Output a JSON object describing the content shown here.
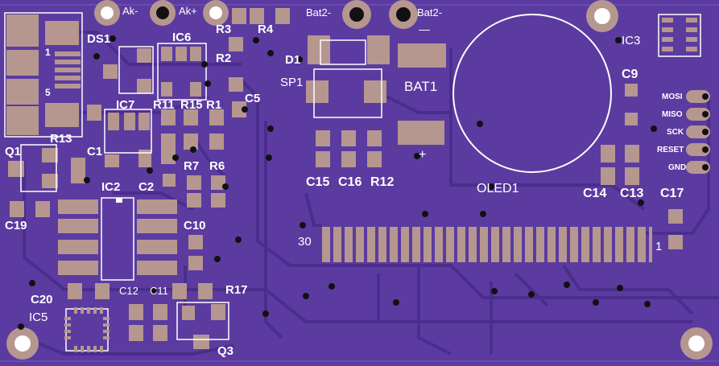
{
  "board": {
    "colors": {
      "board": "#5b3ba0",
      "trace": "#4b2e8f",
      "pad": "#b5978f",
      "silk": "#ffffff",
      "via": "#111111"
    }
  },
  "labels": {
    "ak_minus": "Ak-",
    "ak_plus": "Ak+",
    "bat2_minus_left": "Bat2-",
    "bat2_minus_right": "Bat2-",
    "minus_sign": "—",
    "plus_sign": "+",
    "ds1": "DS1",
    "ic6": "IC6",
    "r3": "R3",
    "r4": "R4",
    "r2": "R2",
    "d1": "D1",
    "sp1": "SP1",
    "bat1": "BAT1",
    "ic3": "IC3",
    "c9": "C9",
    "ic7": "IC7",
    "r11": "R11",
    "r15": "R15",
    "r1": "R1",
    "c5": "C5",
    "r13": "R13",
    "q1": "Q1",
    "c1": "C1",
    "r7": "R7",
    "r6": "R6",
    "c15": "C15",
    "c16": "C16",
    "r12": "R12",
    "oled1": "OLED1",
    "c14": "C14",
    "c13": "C13",
    "c17": "C17",
    "ic2": "IC2",
    "c2": "C2",
    "c19": "C19",
    "c10": "C10",
    "pin30": "30",
    "pin1": "1",
    "c12": "C12",
    "c11": "C11",
    "r17": "R17",
    "c20": "C20",
    "ic5": "IC5",
    "q3": "Q3",
    "conn_pin1": "1",
    "conn_pin5": "5"
  },
  "header_pins": [
    "MOSI",
    "MISO",
    "SCK",
    "RESET",
    "GND"
  ]
}
